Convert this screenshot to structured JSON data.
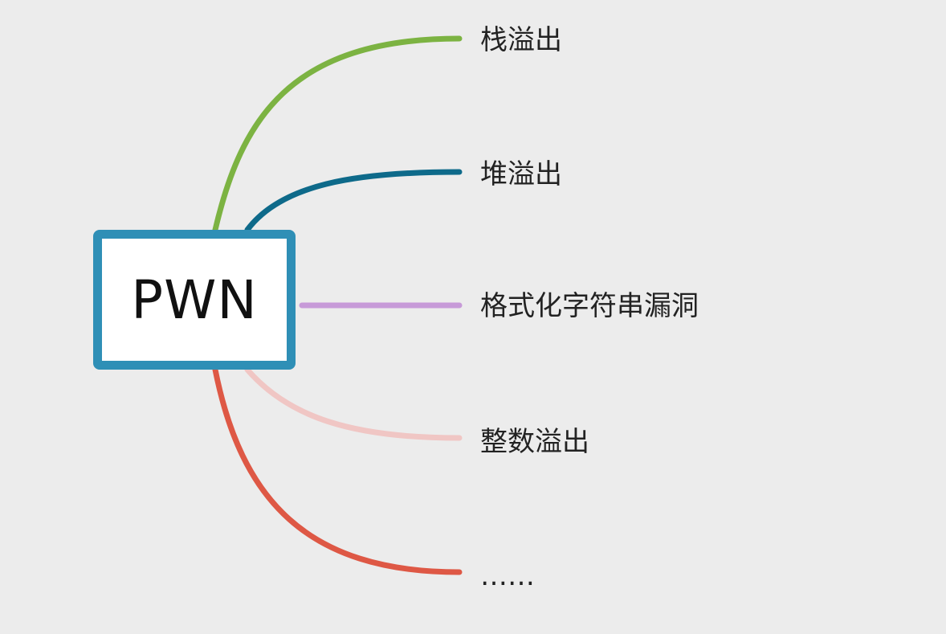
{
  "root": {
    "label": "PWN",
    "border_color": "#2f8fb6"
  },
  "branches": [
    {
      "label": "栈溢出",
      "color": "#7cb342"
    },
    {
      "label": "堆溢出",
      "color": "#0e6a8a"
    },
    {
      "label": "格式化字符串漏洞",
      "color": "#c79ad8"
    },
    {
      "label": "整数溢出",
      "color": "#f0c6c4"
    },
    {
      "label": "……",
      "color": "#de5845"
    }
  ]
}
